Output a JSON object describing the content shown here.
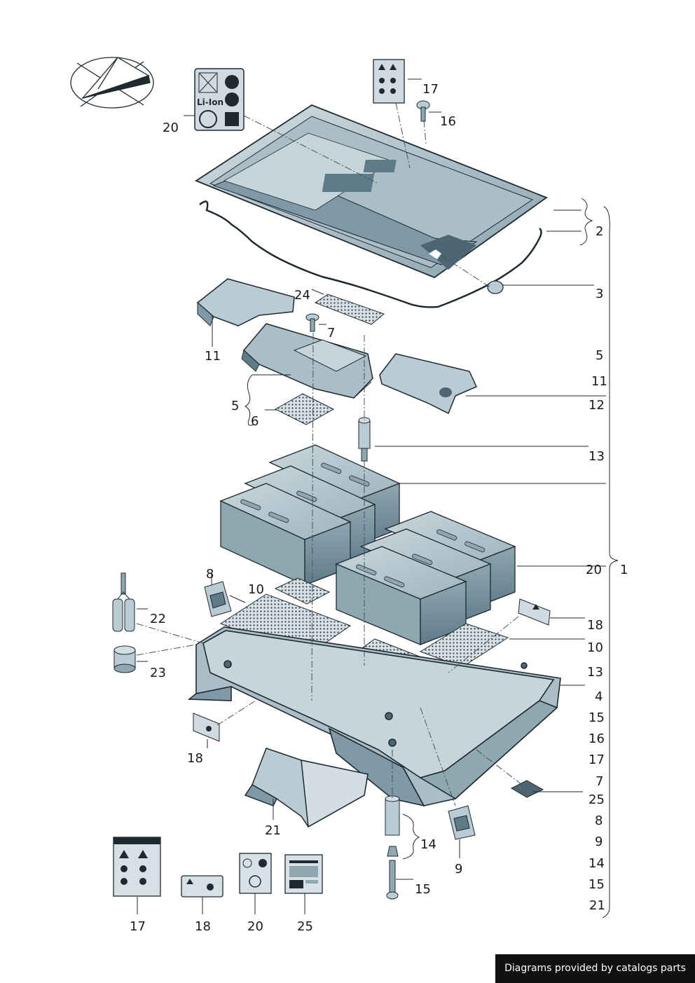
{
  "diagram": {
    "callouts_main": [
      {
        "id": "c20a",
        "text": "20"
      },
      {
        "id": "c17a",
        "text": "17"
      },
      {
        "id": "c16a",
        "text": "16"
      },
      {
        "id": "c2",
        "text": "2"
      },
      {
        "id": "c3",
        "text": "3"
      },
      {
        "id": "c24",
        "text": "24"
      },
      {
        "id": "c7a",
        "text": "7"
      },
      {
        "id": "c11a",
        "text": "11"
      },
      {
        "id": "c5a",
        "text": "5"
      },
      {
        "id": "c6",
        "text": "6"
      },
      {
        "id": "c11b",
        "text": "11"
      },
      {
        "id": "c12",
        "text": "12"
      },
      {
        "id": "c13a",
        "text": "13"
      },
      {
        "id": "c5b",
        "text": "5"
      },
      {
        "id": "c8a",
        "text": "8"
      },
      {
        "id": "c10a",
        "text": "10"
      },
      {
        "id": "c20b",
        "text": "20"
      },
      {
        "id": "c1",
        "text": "1"
      },
      {
        "id": "c22",
        "text": "22"
      },
      {
        "id": "c23",
        "text": "23"
      },
      {
        "id": "c18a",
        "text": "18"
      },
      {
        "id": "c10b",
        "text": "10"
      },
      {
        "id": "c13b",
        "text": "13"
      },
      {
        "id": "c18b",
        "text": "18"
      },
      {
        "id": "c21",
        "text": "21"
      },
      {
        "id": "c14",
        "text": "14"
      },
      {
        "id": "c9a",
        "text": "9"
      },
      {
        "id": "c15a",
        "text": "15"
      },
      {
        "id": "c17b",
        "text": "17"
      },
      {
        "id": "c18c",
        "text": "18"
      },
      {
        "id": "c20c",
        "text": "20"
      },
      {
        "id": "c25a",
        "text": "25"
      },
      {
        "id": "c25b",
        "text": "25"
      }
    ],
    "bracket_list": [
      "4",
      "15",
      "16",
      "17",
      "7",
      "8",
      "9",
      "14",
      "15",
      "21"
    ],
    "label_texts": {
      "li_ion": "Li-Ion"
    }
  },
  "footer": {
    "credit": "Diagrams provided by catalogs parts"
  },
  "colors": {
    "part_fill": "#b9ccd3",
    "part_shade": "#7f9aa6",
    "part_dark": "#4d6672",
    "outline": "#1f2a30",
    "credit_bg": "#111111"
  }
}
